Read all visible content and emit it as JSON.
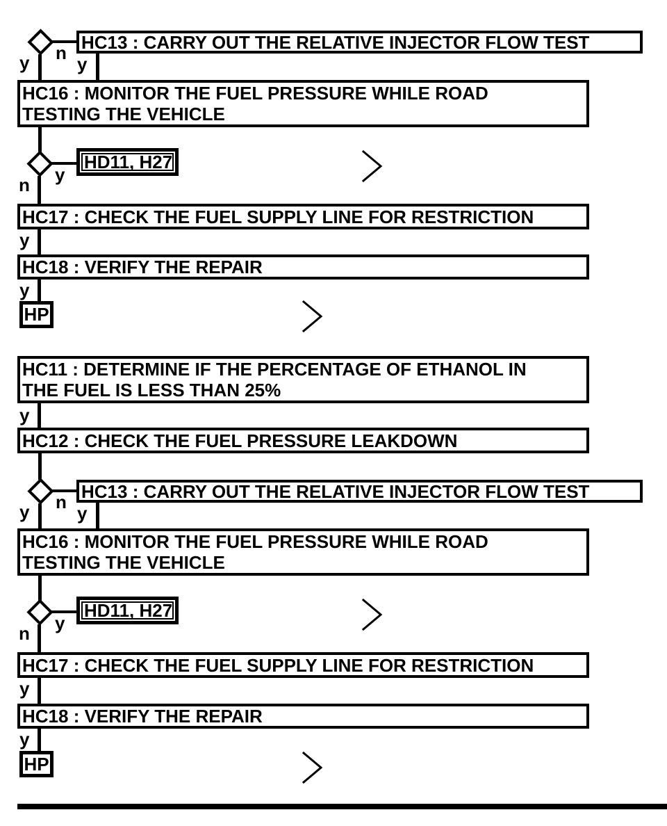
{
  "diagram": {
    "type": "flowchart",
    "colors": {
      "ink": "#000000",
      "paper": "#ffffff"
    },
    "decision_labels": {
      "yes": "y",
      "no": "n"
    },
    "sections": [
      {
        "nodes": {
          "hc13": "HC13 : CARRY OUT THE RELATIVE INJECTOR FLOW TEST",
          "hc16": [
            "HC16 : MONITOR THE FUEL PRESSURE WHILE ROAD",
            "TESTING THE VEHICLE"
          ],
          "hd11": "HD11, H27",
          "hc17": "HC17 : CHECK THE FUEL SUPPLY LINE FOR RESTRICTION",
          "hc18": "HC18 : VERIFY THE REPAIR",
          "hp": "HP"
        }
      },
      {
        "nodes": {
          "hc11": [
            "HC11 : DETERMINE IF THE PERCENTAGE OF ETHANOL IN",
            "THE FUEL IS LESS THAN 25%"
          ],
          "hc12": "HC12 : CHECK THE FUEL PRESSURE LEAKDOWN",
          "hc13": "HC13 : CARRY OUT THE RELATIVE INJECTOR FLOW TEST",
          "hc16": [
            "HC16 : MONITOR THE FUEL PRESSURE WHILE ROAD",
            "TESTING THE VEHICLE"
          ],
          "hd11": "HD11, H27",
          "hc17": "HC17 : CHECK THE FUEL SUPPLY LINE FOR RESTRICTION",
          "hc18": "HC18 : VERIFY THE REPAIR",
          "hp": "HP"
        }
      }
    ]
  }
}
